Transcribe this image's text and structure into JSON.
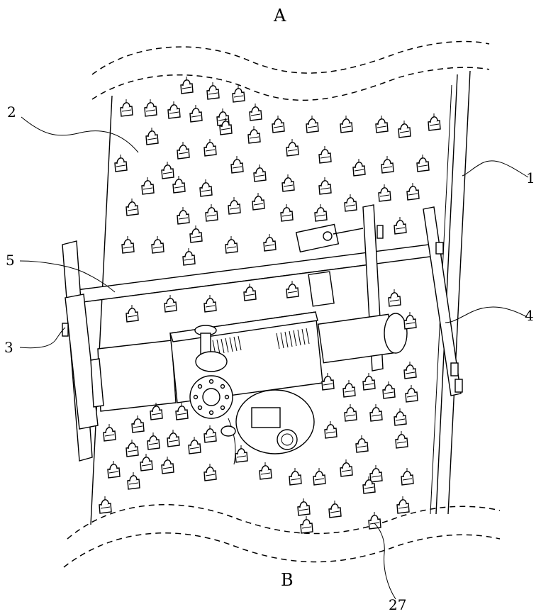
{
  "view_labels": {
    "top": "A",
    "bottom": "B"
  },
  "callouts": [
    {
      "id": "1",
      "label": "1"
    },
    {
      "id": "2",
      "label": "2"
    },
    {
      "id": "3",
      "label": "3"
    },
    {
      "id": "4",
      "label": "4"
    },
    {
      "id": "5",
      "label": "5"
    },
    {
      "id": "27",
      "label": "27"
    }
  ]
}
